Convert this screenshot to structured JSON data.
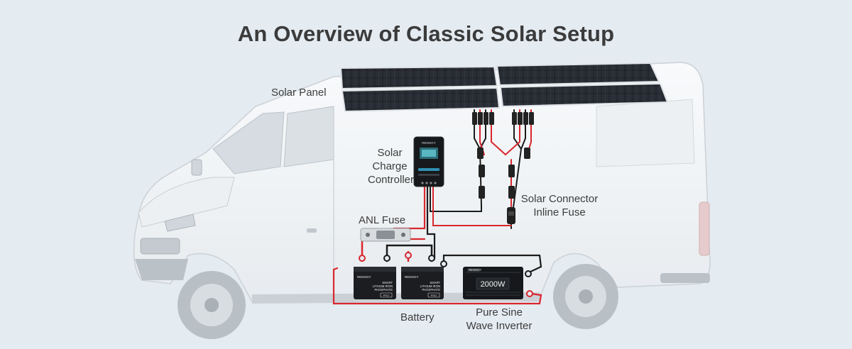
{
  "title": "An Overview of Classic Solar Setup",
  "labels": {
    "solar_panel": "Solar Panel",
    "charge_controller": [
      "Solar",
      "Charge",
      "Controller"
    ],
    "connector_fuse": [
      "Solar Connector",
      "Inline Fuse"
    ],
    "anl_fuse": "ANL Fuse",
    "battery": "Battery",
    "inverter": [
      "Pure Sine",
      "Wave Inverter"
    ]
  },
  "device_text": {
    "brand": "RENOGY",
    "battery_text": [
      "SMART",
      "LITHIUM IRON",
      "PHOSPHATE"
    ],
    "battery_badge": "PRO",
    "inverter_rating": "2000W"
  },
  "colors": {
    "background": "#e4ebf1",
    "van_body": "#f7f8f9",
    "wire_red": "#d9272e",
    "wire_black": "#1b1b1b",
    "panel_cell": "#1d2026"
  }
}
